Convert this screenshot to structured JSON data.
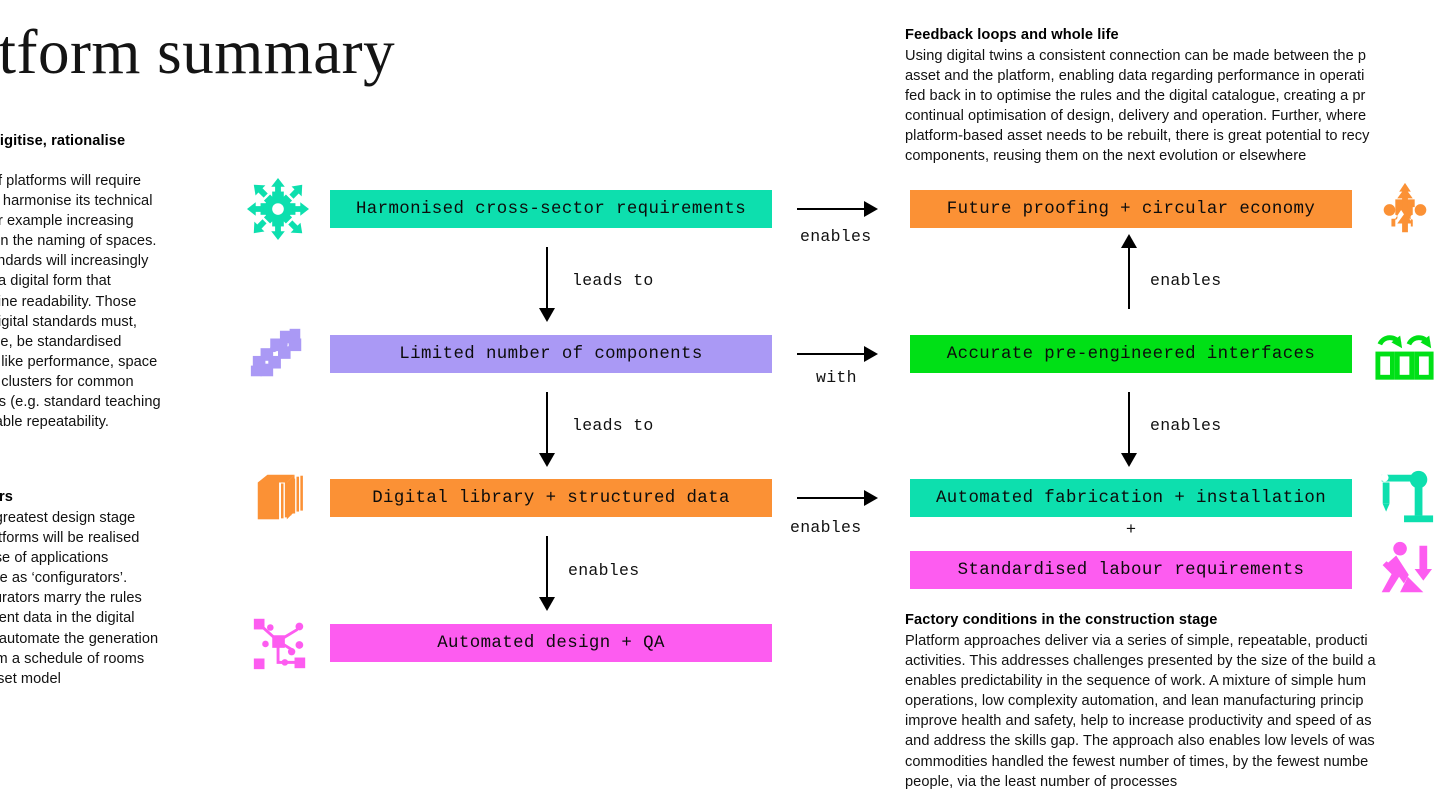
{
  "page": {
    "title": "atform summary",
    "background": "#ffffff"
  },
  "colors": {
    "teal": "#0ddfae",
    "purple": "#aa99f5",
    "orange": "#fb9135",
    "magenta": "#fd5cf0",
    "green": "#00e016",
    "text": "#111111"
  },
  "left_text": {
    "block1": {
      "heading": "ise, digitise, rationalise\nd",
      "body": "use of platforms will require\nent to harmonise its technical\nds, for example increasing\nency in the naming of spaces.\nal standards will increasingly\nbe in a digital form that\nmachine readability. Those\nsed digital standards must,\neasible, be standardised\nacets like performance, space\npatial clusters for common\nrations (e.g. standard teaching\nto enable repeatability."
    },
    "block2": {
      "heading": "urators",
      "body": "f the greatest design stage\nof platforms will be realised\nthe use of applications\nto here as ‘configurators’.\nonfigurators marry the rules\nmponent data in the digital\nue to automate the generation\nn, from a schedule of rooms\ntal asset model"
    }
  },
  "right_text": {
    "block1": {
      "heading": "Feedback loops and whole life",
      "body": "Using digital twins a consistent connection can be made between the p\nasset and the platform, enabling data regarding performance in operati\nfed back in to optimise the rules and the digital catalogue, creating a pr\ncontinual optimisation of design, delivery and operation. Further, where\nplatform-based asset needs to be rebuilt, there is great potential to recy\ncomponents, reusing them on the next evolution or elsewhere"
    },
    "block2": {
      "heading": "Factory conditions in the construction stage",
      "body": "Platform approaches deliver via a series of simple, repeatable, producti\nactivities. This addresses challenges presented by the size of the build a\nenables predictability in the sequence of work. A mixture of simple hum\noperations, low complexity automation, and lean manufacturing princip\nimprove health and safety, help to increase productivity and speed of as\nand address the skills gap. The approach also enables low levels of was\ncommodities handled the fewest number of times, by the fewest numbe\npeople, via the least number of processes"
    }
  },
  "flow": {
    "left_boxes": [
      {
        "id": "harmonised",
        "label": "Harmonised cross-sector requirements",
        "color": "#0ddfae",
        "icon": "hub-arrows-icon"
      },
      {
        "id": "components",
        "label": "Limited number of components",
        "color": "#aa99f5",
        "icon": "puzzle-cluster-icon"
      },
      {
        "id": "library",
        "label": "Digital library + structured data",
        "color": "#fb9135",
        "icon": "library-blocks-icon"
      },
      {
        "id": "design-qa",
        "label": "Automated design + QA",
        "color": "#fd5cf0",
        "icon": "circuit-node-icon"
      }
    ],
    "right_boxes": [
      {
        "id": "future",
        "label": "Future proofing + circular economy",
        "color": "#fb9135",
        "icon": "puzzle-arrow-icon"
      },
      {
        "id": "interfaces",
        "label": "Accurate pre-engineered interfaces",
        "color": "#00e016",
        "icon": "recycle-boxes-icon"
      },
      {
        "id": "fabrication",
        "label": "Automated fabrication + installation",
        "color": "#0ddfae",
        "icon": "robot-arm-icon"
      },
      {
        "id": "labour",
        "label": "Standardised labour requirements",
        "color": "#fd5cf0",
        "icon": "worker-icon"
      }
    ],
    "plus": "+",
    "left_vertical_labels": [
      "leads to",
      "leads to",
      "enables"
    ],
    "cross_labels": [
      "enables",
      "with",
      "enables"
    ],
    "right_vertical_labels": [
      "enables",
      "enables"
    ]
  }
}
